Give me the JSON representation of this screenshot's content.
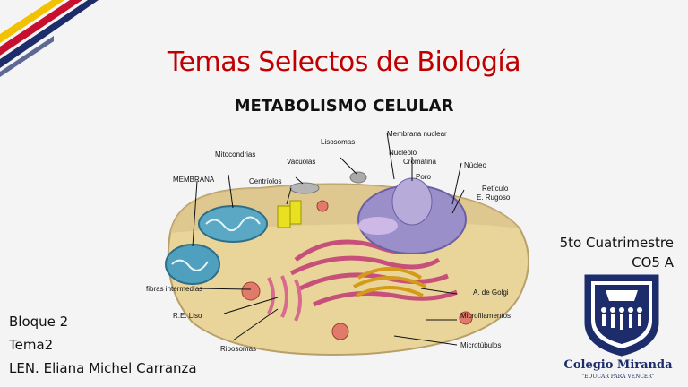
{
  "slide": {
    "title": "Temas Selectos de Biología",
    "subtitle": "METABOLISMO CELULAR"
  },
  "diagram_labels": {
    "lisosomas": "Lisosomas",
    "membrana_nuclear": "Membrana nuclear",
    "mitocondrias": "Mitocondrias",
    "vacuolas": "Vacuolas",
    "nucleolo": "Nucleólo",
    "cromatina": "Cromatina",
    "nucleo": "Núcleo",
    "membrana": "MEMBRANA",
    "centriolos": "Centríolos",
    "poro": "Poro",
    "reticulo": "Retículo",
    "e_rugoso": "E. Rugoso",
    "fibras": "fibras intermedias",
    "golgi": "A. de Golgi",
    "re_liso": "R.E. Liso",
    "microfilamentos": "Microfilamentos",
    "ribosomas": "Ribosomas",
    "microtubulos": "Microtúbulos"
  },
  "info": {
    "cuatrimestre": "5to Cuatrimestre",
    "grupo": "CO5 A",
    "bloque": "Bloque 2",
    "tema": "Tema2",
    "docente": "LEN. Eliana Michel Carranza"
  },
  "logo": {
    "name": "Colegio Miranda",
    "motto": "\"EDUCAR PARA VENCER\"",
    "color": "#1d2d6b"
  },
  "colors": {
    "title": "#c00000",
    "stripe_yellow": "#f2c200",
    "stripe_red": "#c8102e",
    "stripe_navy": "#1d2d6b"
  }
}
